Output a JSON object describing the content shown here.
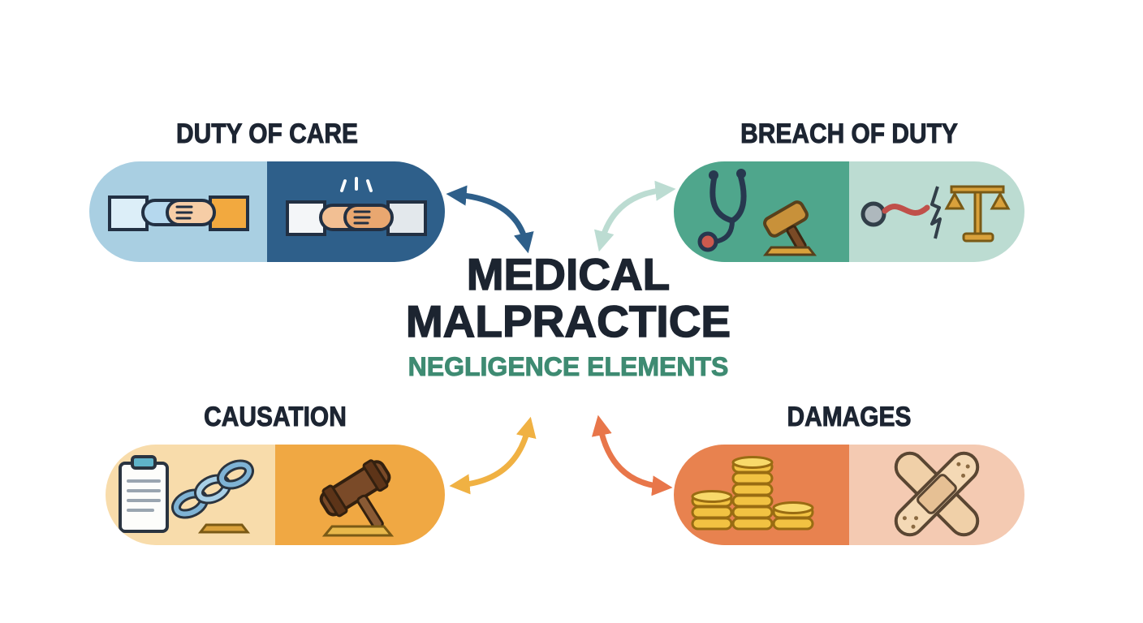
{
  "center": {
    "title_line1": "MEDICAL",
    "title_line2": "MALPRACTICE",
    "subtitle": "NEGLIGENCE ELEMENTS"
  },
  "elements": [
    {
      "label": "DUTY OF CARE",
      "icons": [
        "handshake-light-icon",
        "handshake-dark-icon"
      ],
      "panel_colors": [
        "#a9cfe2",
        "#2e5f8a"
      ],
      "arrow_color": "#2e5f8a"
    },
    {
      "label": "BREACH OF DUTY",
      "icons": [
        "stethoscope-gavel-icon",
        "broken-stethoscope-scales-icon"
      ],
      "panel_colors": [
        "#4fa68c",
        "#bcdcd2"
      ],
      "arrow_color": "#bcdcd2"
    },
    {
      "label": "CAUSATION",
      "icons": [
        "clipboard-chain-icon",
        "gavel-icon"
      ],
      "panel_colors": [
        "#f8dcab",
        "#f0a843"
      ],
      "arrow_color": "#f0b143"
    },
    {
      "label": "DAMAGES",
      "icons": [
        "coins-icon",
        "crossed-bandages-icon"
      ],
      "panel_colors": [
        "#e8824f",
        "#f4cab2"
      ],
      "arrow_color": "#e8764a"
    }
  ],
  "colors": {
    "background": "#ffffff",
    "title_dark": "#1c2430",
    "subtitle_teal": "#3e8b72"
  }
}
